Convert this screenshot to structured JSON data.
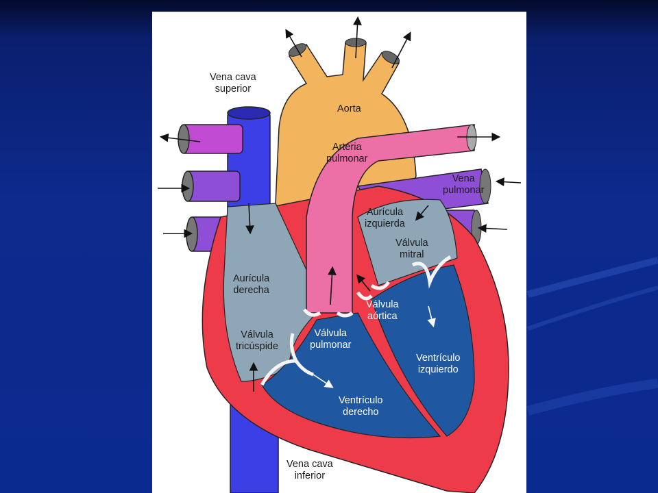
{
  "diagram": {
    "labels": {
      "vena_cava_superior": "Vena cava\nsuperior",
      "aorta": "Aorta",
      "arteria_pulmonar": "Arteria\npulmonar",
      "vena_pulmonar": "Vena\npulmonar",
      "auricula_izquierda": "Aurícula\nizquierda",
      "valvula_mitral": "Válvula\nmitral",
      "auricula_derecha": "Aurícula\nderecha",
      "valvula_aortica": "Válvula\naórtica",
      "valvula_tricuspide": "Válvula\ntricúspide",
      "valvula_pulmonar": "Válvula\npulmonar",
      "ventriculo_izquierdo": "Ventrículo\nizquierdo",
      "ventriculo_derecho": "Ventrículo\nderecho",
      "vena_cava_inferior": "Vena cava\ninferior"
    },
    "colors": {
      "aorta": "#f2b55e",
      "pulmonary_artery": "#ec6fa6",
      "pulmonary_vein": "#8e4fd6",
      "vena_cava": "#3d3fe6",
      "atrium": "#8fa6b6",
      "ventricle": "#1f58a0",
      "myocardium": "#ee3b4a"
    }
  }
}
